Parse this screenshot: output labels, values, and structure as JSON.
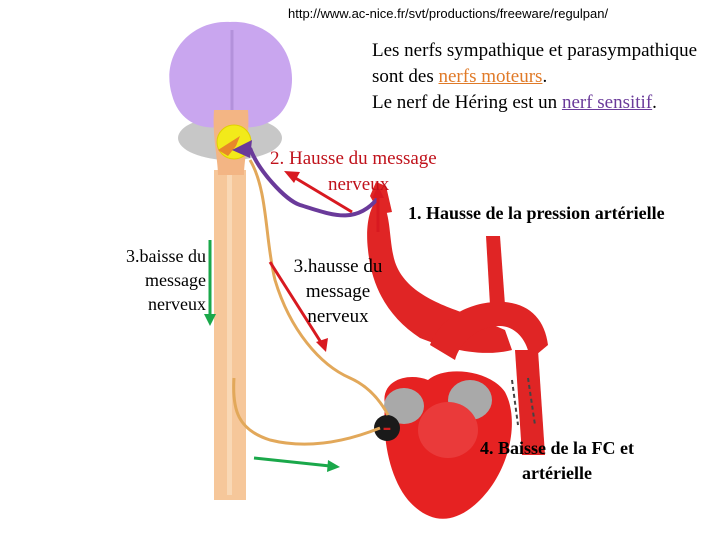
{
  "header": {
    "url": "http://www.ac-nice.fr/svt/productions/freeware/regulpan/"
  },
  "intro": {
    "line1": "Les nerfs sympathique et parasympathique sont des ",
    "link1": "nerfs moteurs",
    "line1_end": ".",
    "line2": "Le nerf de Héring est un ",
    "link2": "nerf sensitif",
    "line2_end": "."
  },
  "labels": {
    "step2_line1": "2. Hausse du message",
    "step2_line2": "nerveux",
    "step1": "1. Hausse de la pression artérielle",
    "step3_left": "3.baisse du message nerveux",
    "step3_middle": "3.hausse du message nerveux",
    "step4": "4. Baisse de la FC et artérielle",
    "minus_sign": "-"
  },
  "colors": {
    "brain": "#c9a6ef",
    "spinal_cord": "#f6c79a",
    "nerve_orange": "#e2a85a",
    "nerve_purple": "#6a3a9a",
    "artery": "#e02525",
    "heart": "#e62222",
    "arrow_red": "#d81920",
    "arrow_green": "#1aa84a",
    "bulb_yellow": "#f2ea1a"
  }
}
